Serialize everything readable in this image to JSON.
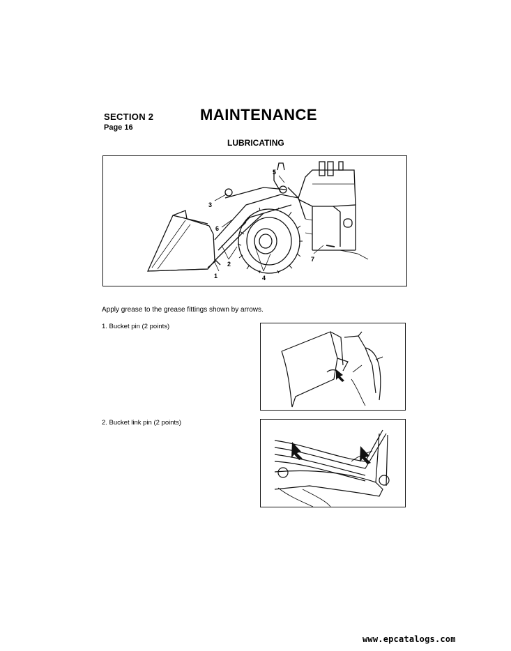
{
  "header": {
    "section": "SECTION 2",
    "page": "Page 16",
    "title": "MAINTENANCE",
    "subtitle": "LUBRICATING"
  },
  "main_figure": {
    "callouts": [
      "1",
      "2",
      "3",
      "4",
      "5",
      "6",
      "7"
    ]
  },
  "instructions": {
    "intro": "Apply grease to the grease fittings shown by arrows.",
    "steps": [
      {
        "label": "1.  Bucket pin (2 points)"
      },
      {
        "label": "2.  Bucket link pin (2 points)"
      }
    ]
  },
  "footer": {
    "watermark": "www.epcatalogs.com"
  }
}
